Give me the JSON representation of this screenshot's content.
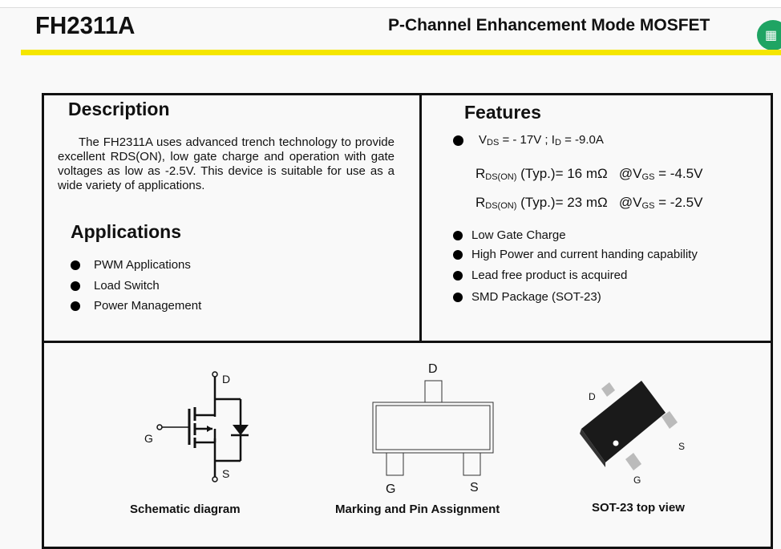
{
  "header": {
    "part_number": "FH2311A",
    "subtitle": "P-Channel Enhancement Mode MOSFET"
  },
  "description": {
    "heading": "Description",
    "text": "The FH2311A uses advanced trench technology to provide excellent RDS(ON), low gate charge and operation with gate voltages as low as -2.5V. This device is suitable for use as a wide variety of applications."
  },
  "applications": {
    "heading": "Applications",
    "items": [
      "PWM Applications",
      "Load Switch",
      "Power Management"
    ]
  },
  "features": {
    "heading": "Features",
    "spec1": {
      "vds_label": "V",
      "vds_sub": "DS",
      "vds_value": "= - 17V ;",
      "id_label": "I",
      "id_sub": "D",
      "id_value": "= -9.0A"
    },
    "rds1": {
      "label": "R",
      "sub": "DS(ON)",
      "typ": "(Typ.)= 16 mΩ",
      "at": "@V",
      "at_sub": "GS",
      "cond": "= -4.5V"
    },
    "rds2": {
      "label": "R",
      "sub": "DS(ON)",
      "typ": "(Typ.)= 23 mΩ",
      "at": "@V",
      "at_sub": "GS",
      "cond": "= -2.5V"
    },
    "items": [
      "Low Gate Charge",
      "High Power and current handing capability",
      "Lead free product is acquired",
      "SMD Package (SOT-23)"
    ]
  },
  "diagrams": {
    "schematic": {
      "caption": "Schematic diagram",
      "pins": [
        "D",
        "G",
        "S"
      ]
    },
    "pinout": {
      "caption": "Marking and Pin Assignment",
      "pins": [
        "D",
        "G",
        "S"
      ]
    },
    "package": {
      "caption": "SOT-23 top view",
      "pins": [
        "D",
        "S",
        "G"
      ]
    }
  }
}
